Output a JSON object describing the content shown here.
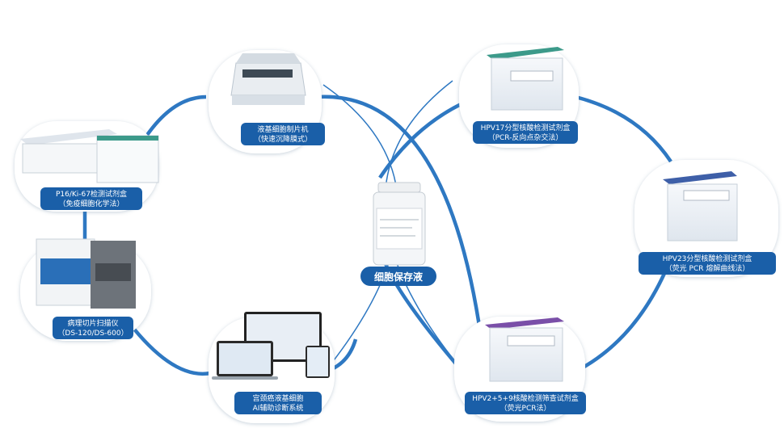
{
  "center": {
    "label": "细胞保存液"
  },
  "nodes": [
    {
      "id": "slide-maker",
      "line1": "液基细胞制片机",
      "line2": "（快速沉降膜式）"
    },
    {
      "id": "hpv17",
      "line1": "HPV17分型核酸检测试剂盒",
      "line2": "（PCR-反向点杂交法）"
    },
    {
      "id": "hpv23",
      "line1": "HPV23分型核酸检测试剂盒",
      "line2": "（荧光 PCR 熔解曲线法）"
    },
    {
      "id": "hpv259",
      "line1": "HPV2+5+9核酸检测筛查试剂盒",
      "line2": "（荧光PCR法）"
    },
    {
      "id": "ai-system",
      "line1": "宫颈癌液基细胞",
      "line2": "AI辅助诊断系统"
    },
    {
      "id": "scanner",
      "line1": "病理切片扫描仪",
      "line2": "（DS-120/DS-600）"
    },
    {
      "id": "p16",
      "line1": "P16/Ki-67检测试剂盒",
      "line2": "（免疫细胞化学法）"
    }
  ],
  "colors": {
    "accent": "#1a5fa8",
    "ring": "#2e78c2",
    "bubble": "#ffffff"
  }
}
